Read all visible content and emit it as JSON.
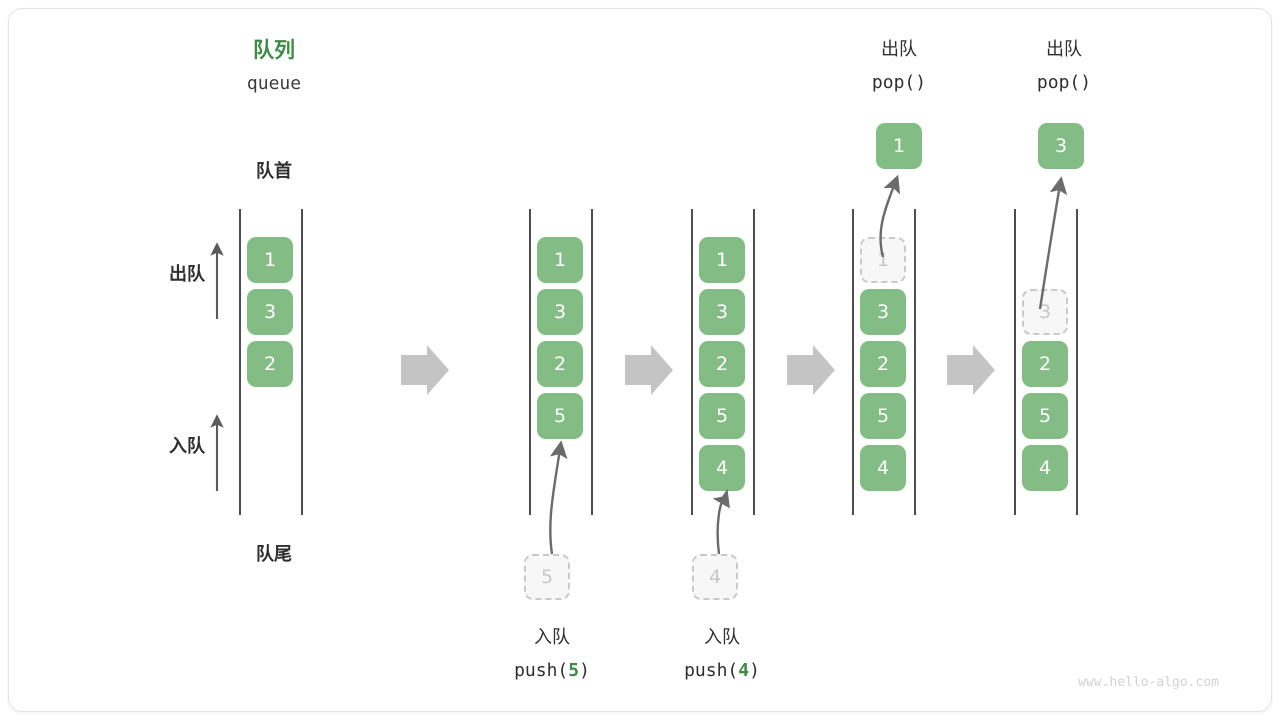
{
  "diagram": {
    "title_cn": "队列",
    "title_en": "queue",
    "front_label": "队首",
    "rear_label": "队尾",
    "dequeue_label": "出队",
    "enqueue_label": "入队",
    "watermark": "www.hello-algo.com",
    "accent_color": "#3f8a49",
    "cell_color": "#83bd85",
    "ghost_color": "#c8c8c8",
    "arrow_color": "#c4c4c4"
  },
  "columns": [
    {
      "id": "initial",
      "cells": [
        {
          "value": "1",
          "state": "filled"
        },
        {
          "value": "3",
          "state": "filled"
        },
        {
          "value": "2",
          "state": "filled"
        }
      ],
      "op_cn": "",
      "op_code": "",
      "pending": null,
      "popped": null
    },
    {
      "id": "push-5",
      "cells": [
        {
          "value": "1",
          "state": "filled"
        },
        {
          "value": "3",
          "state": "filled"
        },
        {
          "value": "2",
          "state": "filled"
        },
        {
          "value": "5",
          "state": "filled"
        }
      ],
      "op_cn": "入队",
      "op_code_prefix": "push(",
      "op_code_num": "5",
      "op_code_suffix": ")",
      "pending": {
        "value": "5",
        "state": "ghost"
      },
      "popped": null
    },
    {
      "id": "push-4",
      "cells": [
        {
          "value": "1",
          "state": "filled"
        },
        {
          "value": "3",
          "state": "filled"
        },
        {
          "value": "2",
          "state": "filled"
        },
        {
          "value": "5",
          "state": "filled"
        },
        {
          "value": "4",
          "state": "filled"
        }
      ],
      "op_cn": "入队",
      "op_code_prefix": "push(",
      "op_code_num": "4",
      "op_code_suffix": ")",
      "pending": {
        "value": "4",
        "state": "ghost"
      },
      "popped": null
    },
    {
      "id": "pop-1",
      "cells": [
        {
          "value": "1",
          "state": "ghost"
        },
        {
          "value": "3",
          "state": "filled"
        },
        {
          "value": "2",
          "state": "filled"
        },
        {
          "value": "5",
          "state": "filled"
        },
        {
          "value": "4",
          "state": "filled"
        }
      ],
      "op_cn": "出队",
      "op_code_prefix": "pop(",
      "op_code_num": "",
      "op_code_suffix": ")",
      "pending": null,
      "popped": {
        "value": "1",
        "state": "filled"
      }
    },
    {
      "id": "pop-3",
      "cells": [
        {
          "value": "",
          "state": "empty"
        },
        {
          "value": "3",
          "state": "ghost"
        },
        {
          "value": "2",
          "state": "filled"
        },
        {
          "value": "5",
          "state": "filled"
        },
        {
          "value": "4",
          "state": "filled"
        }
      ],
      "op_cn": "出队",
      "op_code_prefix": "pop(",
      "op_code_num": "",
      "op_code_suffix": ")",
      "pending": null,
      "popped": {
        "value": "3",
        "state": "filled"
      }
    }
  ],
  "step_arrows": 4
}
